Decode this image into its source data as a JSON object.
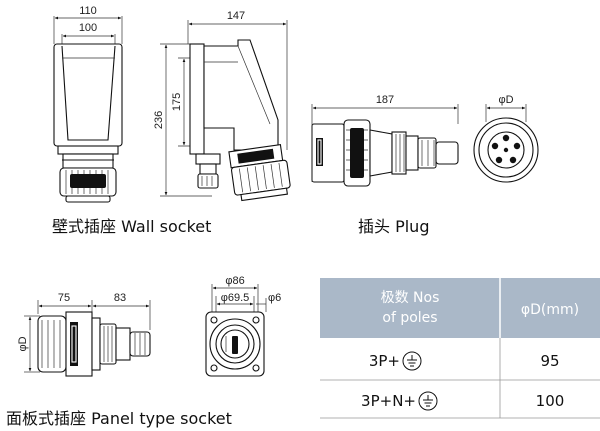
{
  "captions": {
    "wall_socket": "壁式插座 Wall socket",
    "plug": "插头 Plug",
    "panel_socket": "面板式插座  Panel type socket"
  },
  "dimensions": {
    "wall_front_width_outer": "110",
    "wall_front_width_inner": "100",
    "wall_side_width": "147",
    "wall_height_total": "236",
    "wall_height_body": "175",
    "plug_length": "187",
    "plug_diameter": "φD",
    "panel_diameter": "φD",
    "panel_length_a": "75",
    "panel_length_b": "83",
    "panel_front_outer": "φ86",
    "panel_front_inner": "φ69.5",
    "panel_hole": "φ6"
  },
  "table": {
    "headers": [
      "极数 Nos\nof poles",
      "φD(mm)"
    ],
    "rows": [
      {
        "poles": "3P+",
        "diameter": "95"
      },
      {
        "poles": "3P+N+",
        "diameter": "100"
      }
    ],
    "header_color": "#aab8c8",
    "earth_symbol_icon": "earth-ground-icon"
  }
}
